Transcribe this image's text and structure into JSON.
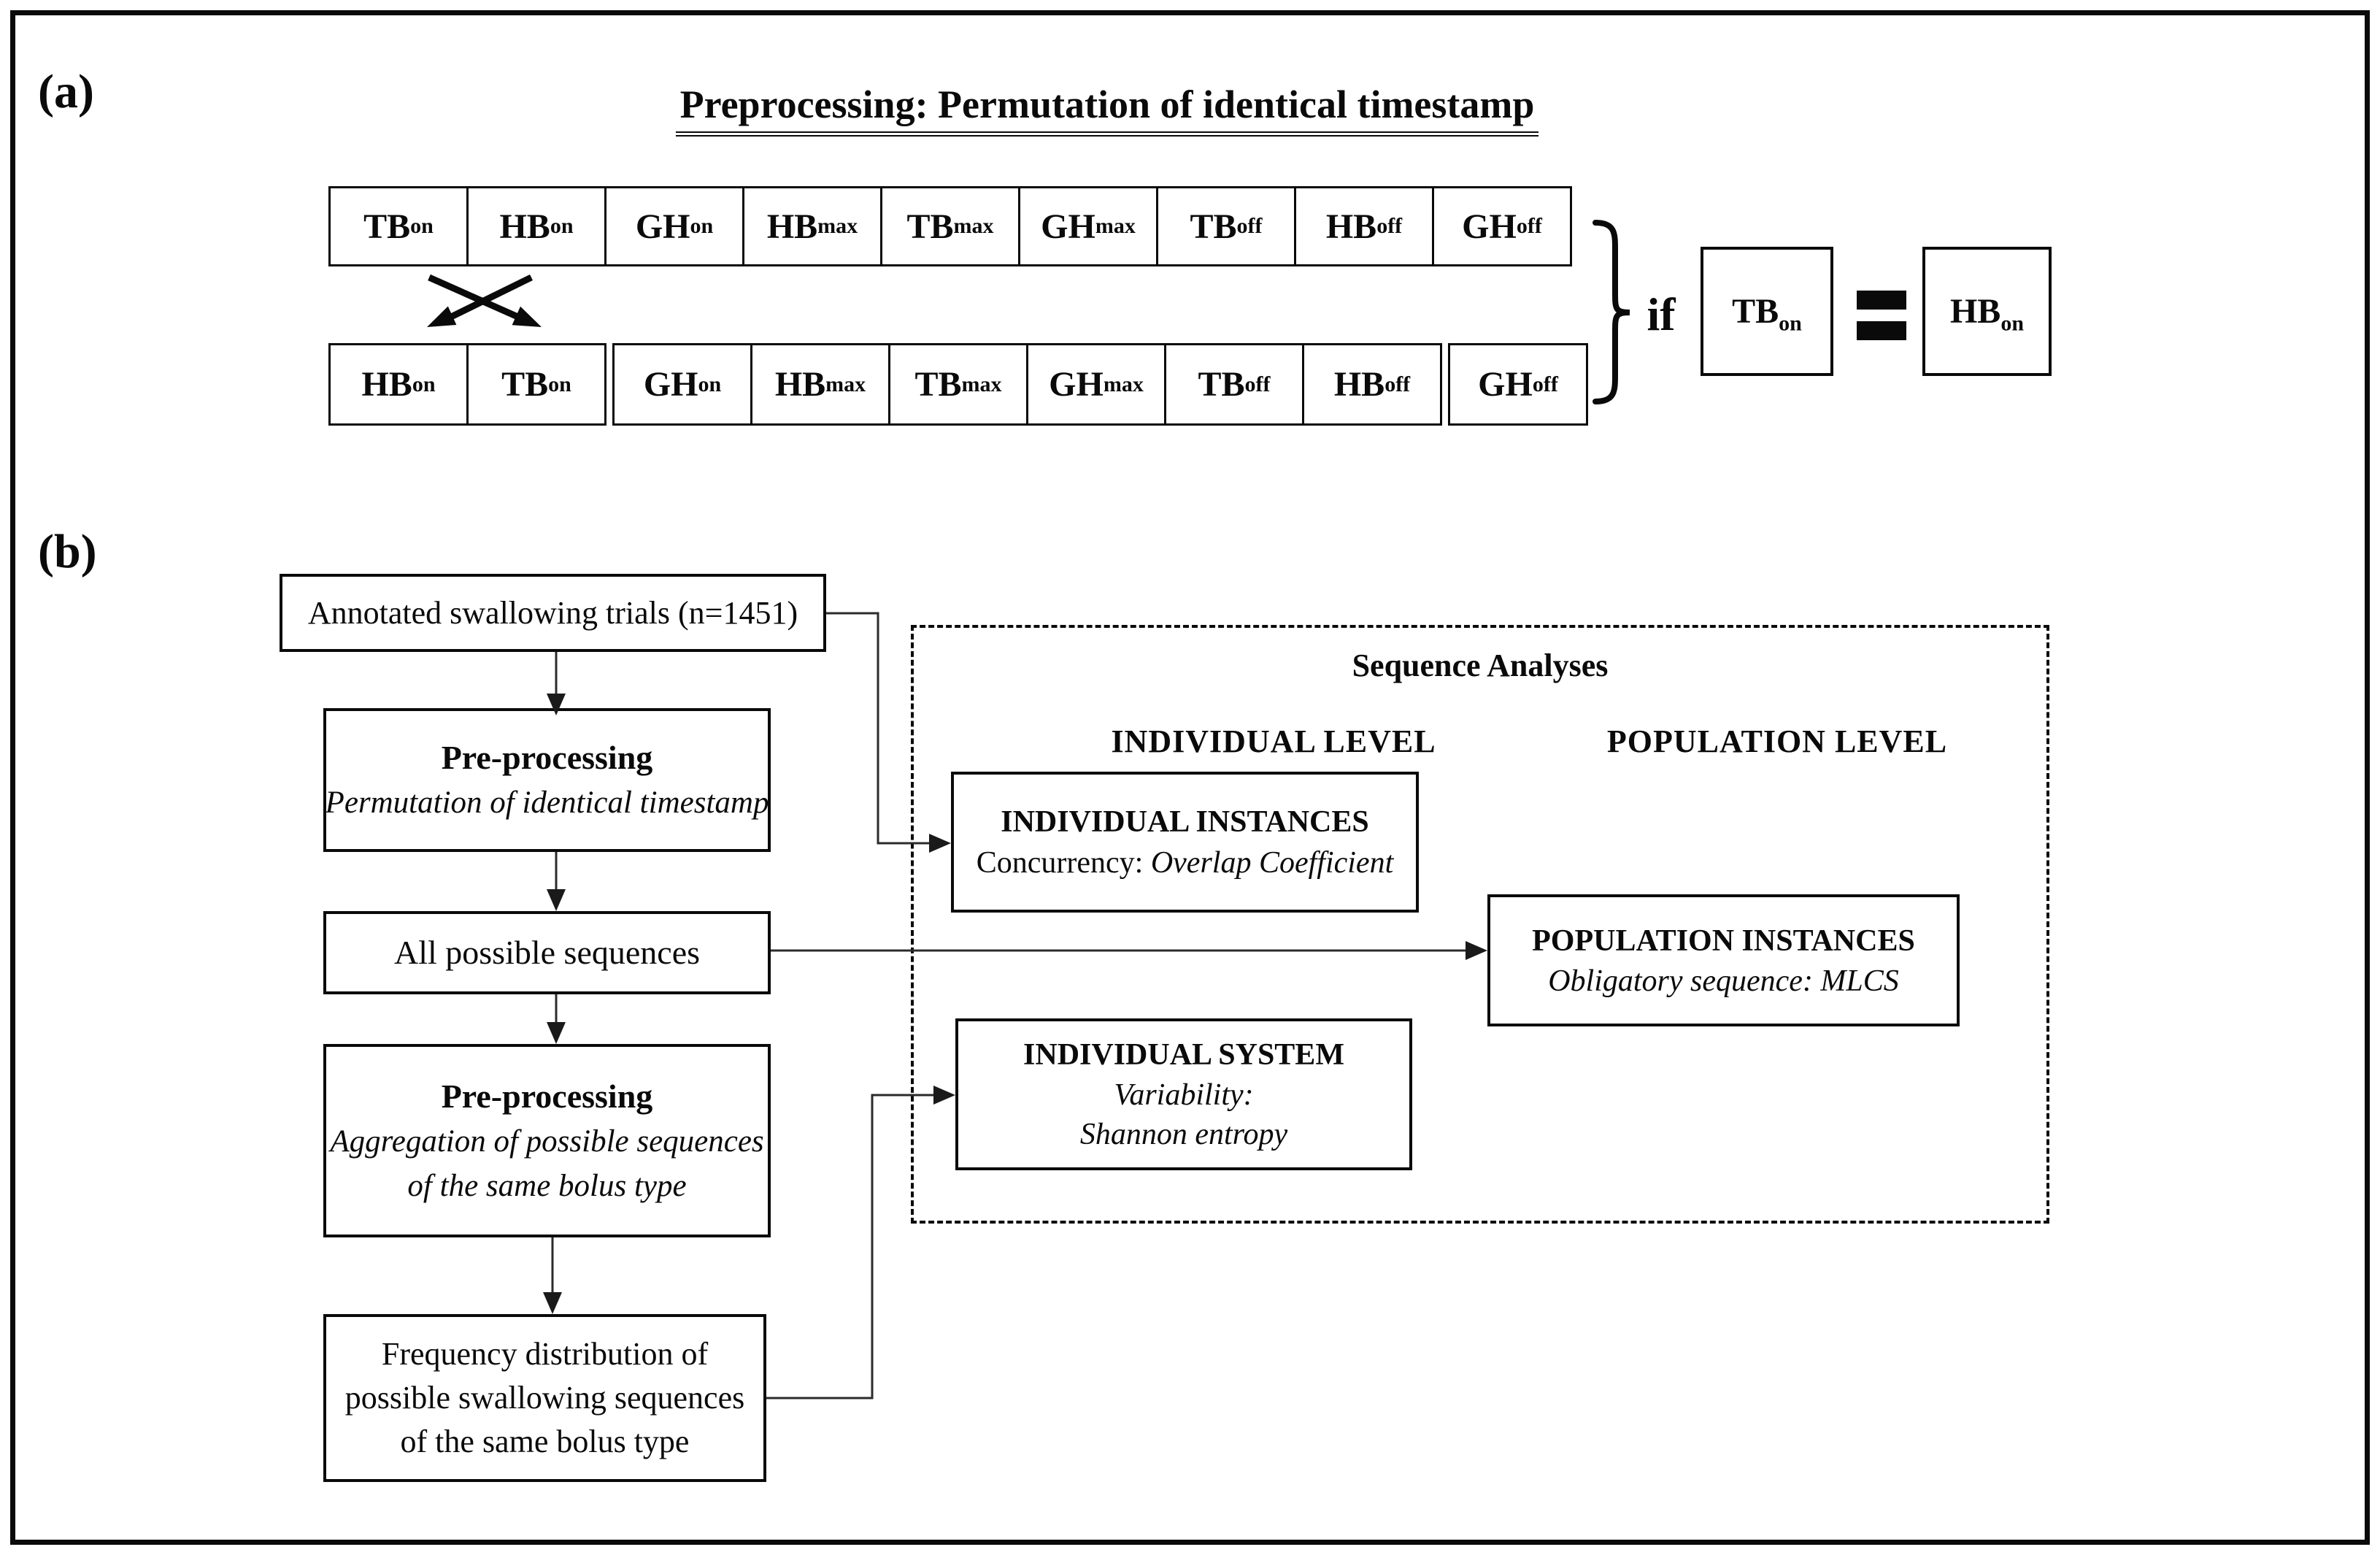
{
  "panel_a": {
    "label": "(a)",
    "title": "Preprocessing: Permutation of identical timestamp",
    "row1": [
      {
        "main": "TB",
        "sub": "on"
      },
      {
        "main": "HB",
        "sub": "on"
      },
      {
        "main": "GH",
        "sub": "on"
      },
      {
        "main": "HB",
        "sub": "max"
      },
      {
        "main": "TB",
        "sub": "max"
      },
      {
        "main": "GH",
        "sub": "max"
      },
      {
        "main": "TB",
        "sub": "off"
      },
      {
        "main": "HB",
        "sub": "off"
      },
      {
        "main": "GH",
        "sub": "off"
      }
    ],
    "row2": [
      {
        "main": "HB",
        "sub": "on"
      },
      {
        "main": "TB",
        "sub": "on"
      },
      {
        "main": "GH",
        "sub": "on"
      },
      {
        "main": "HB",
        "sub": "max"
      },
      {
        "main": "TB",
        "sub": "max"
      },
      {
        "main": "GH",
        "sub": "max"
      },
      {
        "main": "TB",
        "sub": "off"
      },
      {
        "main": "HB",
        "sub": "off"
      },
      {
        "main": "GH",
        "sub": "off"
      }
    ],
    "condition": {
      "if_label": "if",
      "left": {
        "main": "TB",
        "sub": "on"
      },
      "equals_symbol": "=",
      "right": {
        "main": "HB",
        "sub": "on"
      }
    },
    "icons": {
      "swap": "swap-cross-arrows-icon",
      "brace": "right-brace-icon",
      "equals": "equals-icon"
    }
  },
  "panel_b": {
    "label": "(b)",
    "flow": {
      "annotated_trials": "Annotated swallowing trials (n=1451)",
      "pre1_title": "Pre-processing",
      "pre1_sub": "Permutation of identical timestamp",
      "all_sequences": "All possible sequences",
      "pre2_title": "Pre-processing",
      "pre2_sub_line1": "Aggregation of possible sequences",
      "pre2_sub_line2": "of the same bolus type",
      "freq_line1": "Frequency distribution of",
      "freq_line2": "possible swallowing  sequences",
      "freq_line3": "of the same bolus type"
    },
    "analyses": {
      "region_title": "Sequence Analyses",
      "individual_level_header": "INDIVIDUAL LEVEL",
      "population_level_header": "POPULATION LEVEL",
      "individual_instances_title": "INDIVIDUAL INSTANCES",
      "individual_instances_sub_prefix": "Concurrency: ",
      "individual_instances_sub_italic": "Overlap Coefficient",
      "population_instances_title": "POPULATION INSTANCES",
      "population_instances_sub": "Obligatory sequence: MLCS",
      "individual_system_title": "INDIVIDUAL SYSTEM",
      "individual_system_sub_line1": "Variability:",
      "individual_system_sub_line2": "Shannon entropy"
    },
    "colors": {
      "line": "#0a0a0a",
      "background": "#ffffff"
    }
  }
}
